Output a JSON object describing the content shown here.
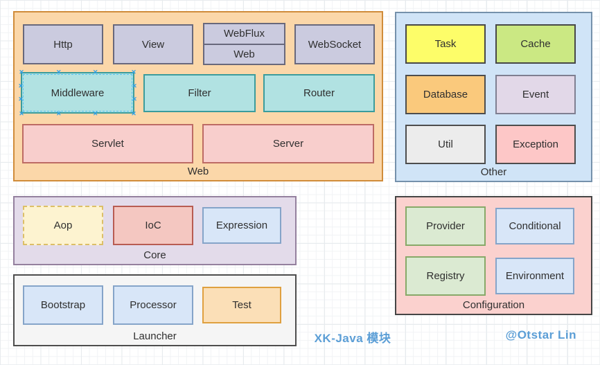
{
  "diagram": {
    "caption": "XK-Java 模块",
    "credit": "@Otstar Lin"
  },
  "groups": {
    "web": {
      "label": "Web",
      "items": {
        "http": "Http",
        "view": "View",
        "webflux": "WebFlux",
        "web": "Web",
        "websocket": "WebSocket",
        "middleware": "Middleware",
        "filter": "Filter",
        "router": "Router",
        "servlet": "Servlet",
        "server": "Server"
      }
    },
    "other": {
      "label": "Other",
      "items": {
        "task": "Task",
        "cache": "Cache",
        "database": "Database",
        "event": "Event",
        "util": "Util",
        "exception": "Exception"
      }
    },
    "core": {
      "label": "Core",
      "items": {
        "aop": "Aop",
        "ioc": "IoC",
        "expression": "Expression"
      }
    },
    "launcher": {
      "label": "Launcher",
      "items": {
        "bootstrap": "Bootstrap",
        "processor": "Processor",
        "test": "Test"
      }
    },
    "configuration": {
      "label": "Configuration",
      "items": {
        "provider": "Provider",
        "conditional": "Conditional",
        "registry": "Registry",
        "environment": "Environment"
      }
    }
  },
  "selection": {
    "selected_node": "Middleware",
    "handle_color": "#2da0e8"
  },
  "palette": {
    "caption_text": "#5b9ed6",
    "web_group_fill": "#fbd7a9",
    "web_group_stroke": "#d08c3a",
    "other_group_fill": "#d0e4f7",
    "other_group_stroke": "#7591ab",
    "core_group_fill": "#e3dbea",
    "core_group_stroke": "#94809e",
    "launcher_group_fill": "#f5f5f5",
    "launcher_group_stroke": "#4d4d4d",
    "configuration_group_fill": "#fbd1ce",
    "configuration_group_stroke": "#454545",
    "lavender_fill": "#cbcbdf",
    "teal_fill": "#b1e2e2",
    "pink_fill": "#f8cecc",
    "yellow_fill": "#fdfd69",
    "green_fill": "#cbe883",
    "orange_fill": "#fac97c",
    "purple_fill": "#e2d8e8",
    "gray_fill": "#ececec",
    "red_fill": "#fdc7c7",
    "cream_fill": "#fdf3d0",
    "salmon_fill": "#f4c7c1",
    "blue_fill": "#d8e6f8",
    "lightgreen_fill": "#dbead2",
    "lightorange_fill": "#fbdfb7"
  }
}
